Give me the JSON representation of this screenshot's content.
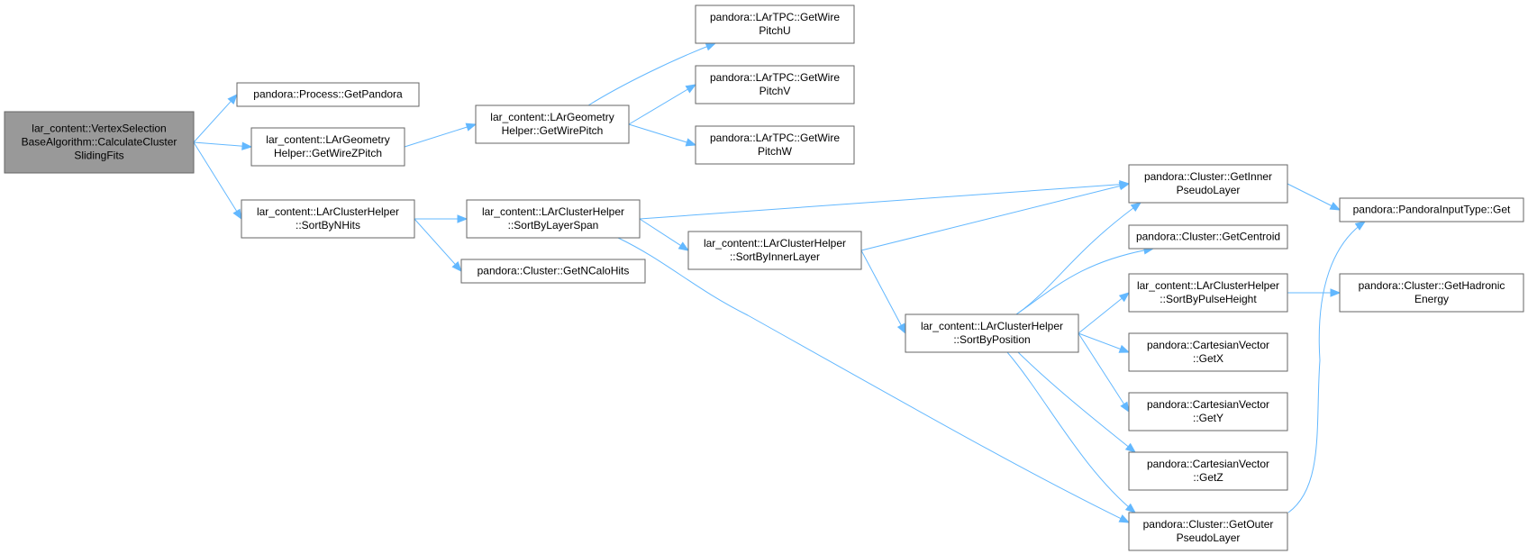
{
  "colors": {
    "edge": "#63b8ff",
    "node_border": "#666666",
    "root_fill": "#999999",
    "node_fill": "#ffffff"
  },
  "nodes": [
    {
      "id": "root",
      "lines": [
        "lar_content::VertexSelection",
        "BaseAlgorithm::CalculateCluster",
        "SlidingFits"
      ],
      "highlight": true
    },
    {
      "id": "getPandora",
      "lines": [
        "pandora::Process::GetPandora"
      ]
    },
    {
      "id": "getWireZPitch",
      "lines": [
        "lar_content::LArGeometry",
        "Helper::GetWireZPitch"
      ]
    },
    {
      "id": "sortByNHits",
      "lines": [
        "lar_content::LArClusterHelper",
        "::SortByNHits"
      ]
    },
    {
      "id": "getWirePitch",
      "lines": [
        "lar_content::LArGeometry",
        "Helper::GetWirePitch"
      ]
    },
    {
      "id": "sortByLayerSpan",
      "lines": [
        "lar_content::LArClusterHelper",
        "::SortByLayerSpan"
      ]
    },
    {
      "id": "getNCaloHits",
      "lines": [
        "pandora::Cluster::GetNCaloHits"
      ]
    },
    {
      "id": "pitchU",
      "lines": [
        "pandora::LArTPC::GetWire",
        "PitchU"
      ]
    },
    {
      "id": "pitchV",
      "lines": [
        "pandora::LArTPC::GetWire",
        "PitchV"
      ]
    },
    {
      "id": "pitchW",
      "lines": [
        "pandora::LArTPC::GetWire",
        "PitchW"
      ]
    },
    {
      "id": "sortByInnerLayer",
      "lines": [
        "lar_content::LArClusterHelper",
        "::SortByInnerLayer"
      ]
    },
    {
      "id": "sortByPosition",
      "lines": [
        "lar_content::LArClusterHelper",
        "::SortByPosition"
      ]
    },
    {
      "id": "getInnerPseudoLayer",
      "lines": [
        "pandora::Cluster::GetInner",
        "PseudoLayer"
      ]
    },
    {
      "id": "getCentroid",
      "lines": [
        "pandora::Cluster::GetCentroid"
      ]
    },
    {
      "id": "sortByPulseHeight",
      "lines": [
        "lar_content::LArClusterHelper",
        "::SortByPulseHeight"
      ]
    },
    {
      "id": "getX",
      "lines": [
        "pandora::CartesianVector",
        "::GetX"
      ]
    },
    {
      "id": "getY",
      "lines": [
        "pandora::CartesianVector",
        "::GetY"
      ]
    },
    {
      "id": "getZ",
      "lines": [
        "pandora::CartesianVector",
        "::GetZ"
      ]
    },
    {
      "id": "getOuterPseudoLayer",
      "lines": [
        "pandora::Cluster::GetOuter",
        "PseudoLayer"
      ]
    },
    {
      "id": "inputTypeGet",
      "lines": [
        "pandora::PandoraInputType::Get"
      ]
    },
    {
      "id": "getHadronicEnergy",
      "lines": [
        "pandora::Cluster::GetHadronic",
        "Energy"
      ]
    }
  ],
  "edges": [
    {
      "from": "root",
      "to": "getPandora"
    },
    {
      "from": "root",
      "to": "getWireZPitch"
    },
    {
      "from": "root",
      "to": "sortByNHits"
    },
    {
      "from": "getWireZPitch",
      "to": "getWirePitch"
    },
    {
      "from": "getWirePitch",
      "to": "pitchU"
    },
    {
      "from": "getWirePitch",
      "to": "pitchV"
    },
    {
      "from": "getWirePitch",
      "to": "pitchW"
    },
    {
      "from": "sortByNHits",
      "to": "sortByLayerSpan"
    },
    {
      "from": "sortByNHits",
      "to": "getNCaloHits"
    },
    {
      "from": "sortByLayerSpan",
      "to": "getInnerPseudoLayer"
    },
    {
      "from": "sortByLayerSpan",
      "to": "sortByInnerLayer"
    },
    {
      "from": "sortByLayerSpan",
      "to": "getOuterPseudoLayer"
    },
    {
      "from": "sortByInnerLayer",
      "to": "getInnerPseudoLayer"
    },
    {
      "from": "sortByInnerLayer",
      "to": "sortByPosition"
    },
    {
      "from": "sortByPosition",
      "to": "getInnerPseudoLayer"
    },
    {
      "from": "sortByPosition",
      "to": "getCentroid"
    },
    {
      "from": "sortByPosition",
      "to": "sortByPulseHeight"
    },
    {
      "from": "sortByPosition",
      "to": "getX"
    },
    {
      "from": "sortByPosition",
      "to": "getY"
    },
    {
      "from": "sortByPosition",
      "to": "getZ"
    },
    {
      "from": "sortByPosition",
      "to": "getOuterPseudoLayer"
    },
    {
      "from": "getInnerPseudoLayer",
      "to": "inputTypeGet"
    },
    {
      "from": "getOuterPseudoLayer",
      "to": "inputTypeGet"
    },
    {
      "from": "sortByPulseHeight",
      "to": "getHadronicEnergy"
    }
  ]
}
